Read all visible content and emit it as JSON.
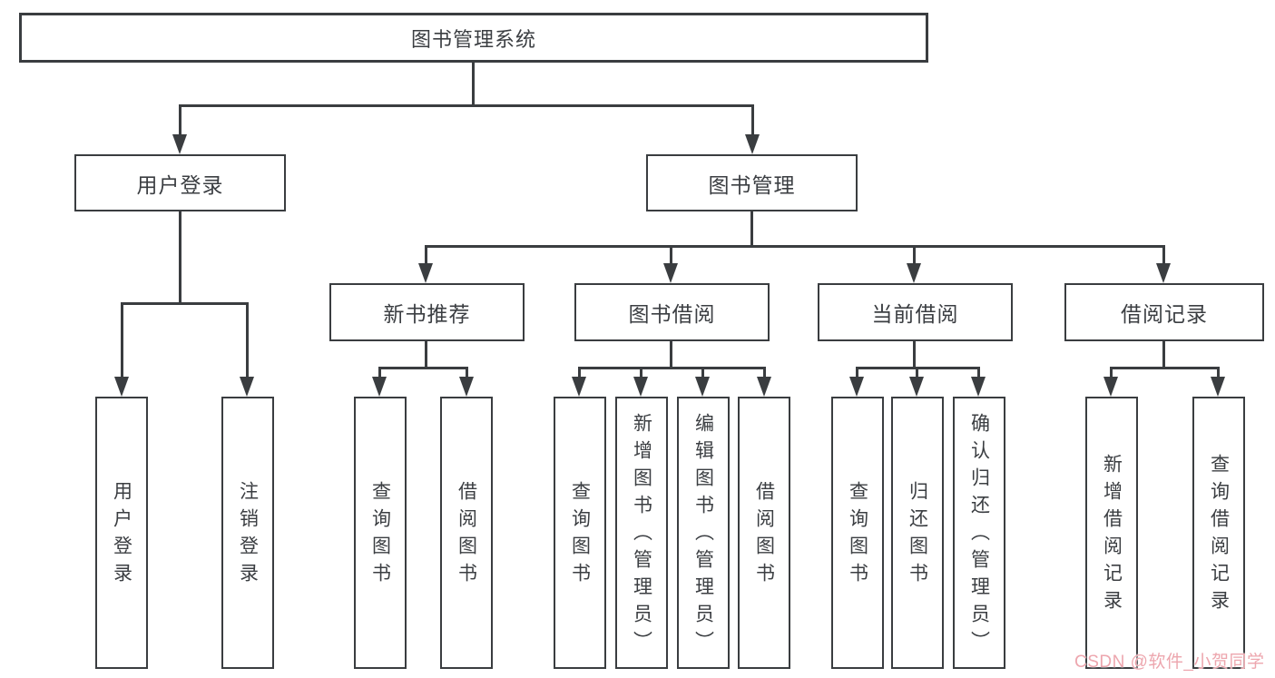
{
  "diagram": {
    "type": "hierarchy-tree",
    "title": "图书管理系统",
    "nodes": {
      "root": "图书管理系统",
      "user_login": "用户登录",
      "book_mgmt": "图书管理",
      "new_book_rec": "新书推荐",
      "book_borrow": "图书借阅",
      "current_borrow": "当前借阅",
      "borrow_records": "借阅记录",
      "leaf_user_login": "用户登录",
      "leaf_logout": "注销登录",
      "leaf_query_book_rec": "查询图书",
      "leaf_borrow_book_rec": "借阅图书",
      "leaf_query_book_borrow": "查询图书",
      "leaf_add_book": "新增图书（管理员）",
      "leaf_edit_book": "编辑图书（管理员）",
      "leaf_borrow_book_borrow": "借阅图书",
      "leaf_query_book_current": "查询图书",
      "leaf_return_book": "归还图书",
      "leaf_confirm_return": "确认归还（管理员）",
      "leaf_add_borrow_record": "新增借阅记录",
      "leaf_query_borrow_record": "查询借阅记录"
    },
    "edges": [
      [
        "root",
        "user_login"
      ],
      [
        "root",
        "book_mgmt"
      ],
      [
        "user_login",
        "leaf_user_login"
      ],
      [
        "user_login",
        "leaf_logout"
      ],
      [
        "book_mgmt",
        "new_book_rec"
      ],
      [
        "book_mgmt",
        "book_borrow"
      ],
      [
        "book_mgmt",
        "current_borrow"
      ],
      [
        "book_mgmt",
        "borrow_records"
      ],
      [
        "new_book_rec",
        "leaf_query_book_rec"
      ],
      [
        "new_book_rec",
        "leaf_borrow_book_rec"
      ],
      [
        "book_borrow",
        "leaf_query_book_borrow"
      ],
      [
        "book_borrow",
        "leaf_add_book"
      ],
      [
        "book_borrow",
        "leaf_edit_book"
      ],
      [
        "book_borrow",
        "leaf_borrow_book_borrow"
      ],
      [
        "current_borrow",
        "leaf_query_book_current"
      ],
      [
        "current_borrow",
        "leaf_return_book"
      ],
      [
        "current_borrow",
        "leaf_confirm_return"
      ],
      [
        "borrow_records",
        "leaf_add_borrow_record"
      ],
      [
        "borrow_records",
        "leaf_query_borrow_record"
      ]
    ],
    "colors": {
      "line": "#3a3d40",
      "text": "#3b3e42",
      "background": "#ffffff",
      "watermark": "#eda6ae"
    }
  },
  "watermark": {
    "text": "CSDN @软件_小贺同学"
  }
}
